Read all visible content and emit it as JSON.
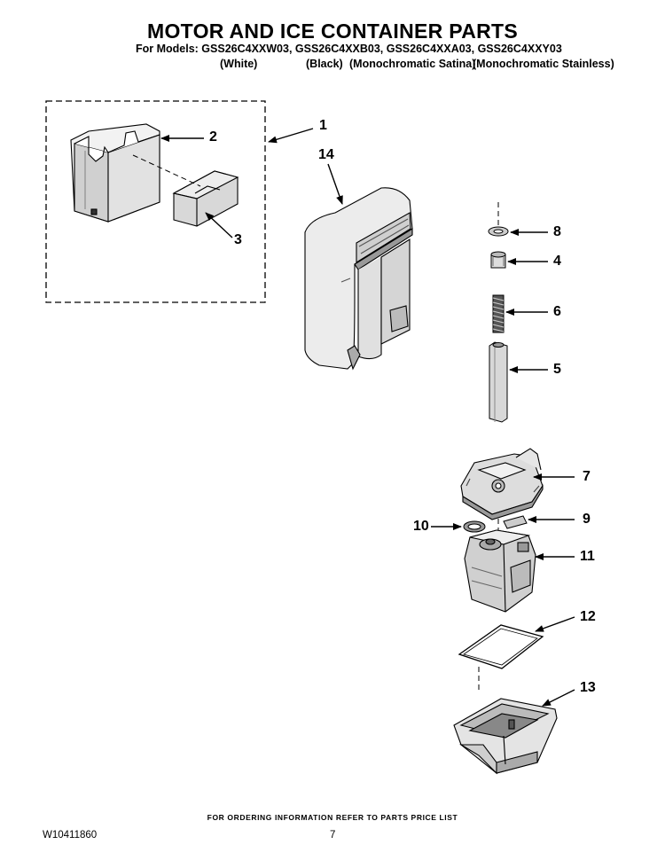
{
  "header": {
    "title": "MOTOR AND ICE CONTAINER PARTS",
    "models_line": "For Models: GSS26C4XXW03, GSS26C4XXB03, GSS26C4XXA03, GSS26C4XXY03",
    "variants": [
      "(White)",
      "(Black)",
      "(Monochromatic Satina)",
      "(Monochromatic Stainless)"
    ]
  },
  "callouts": [
    "1",
    "2",
    "3",
    "14",
    "8",
    "4",
    "6",
    "5",
    "7",
    "9",
    "10",
    "11",
    "12",
    "13"
  ],
  "footer": {
    "ordering_note": "FOR ORDERING INFORMATION REFER TO PARTS PRICE LIST",
    "doc_number": "W10411860",
    "page_number": "7"
  }
}
